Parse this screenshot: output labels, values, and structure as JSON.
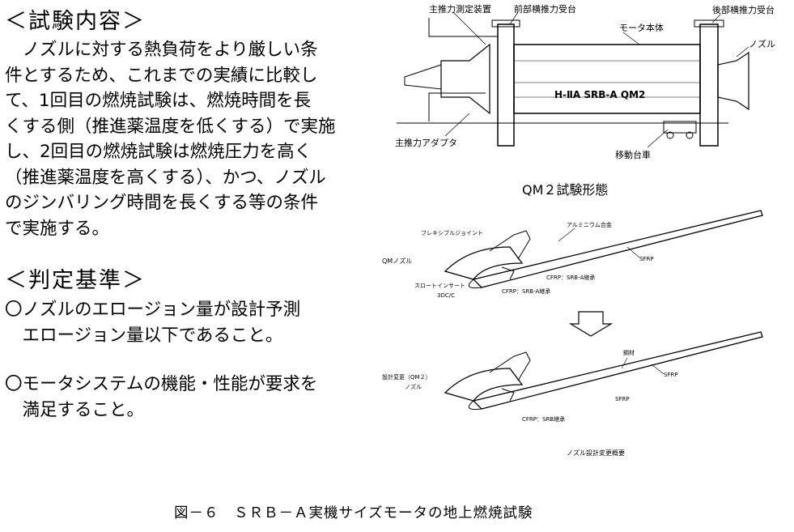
{
  "left": {
    "heading1": "＜試験内容＞",
    "para_lines": [
      "　ノズルに対する熱負荷をより厳しい条",
      "件とするため、これまでの実績に比較し",
      "て、1回目の燃焼試験は、燃焼時間を長",
      "くする側（推進薬温度を低くする）で実施",
      "し、2回目の燃焼試験は燃焼圧力を高く",
      "（推進薬温度を高くする）、かつ、ノズル",
      "のジンバリング時間を長くする等の条件",
      "で実施する。"
    ],
    "heading2": "＜判定基準＞",
    "criterion1_lines": [
      "〇ノズルのエロージョン量が設計予測",
      "　エロージョン量以下であること。"
    ],
    "criterion2_lines": [
      "〇モータシステムの機能・性能が要求を",
      "　満足すること。"
    ]
  },
  "figure_top": {
    "labels": {
      "main_thrust_meter": "主推力測定装置",
      "front_side_thrust": "前部横推力受台",
      "motor_body": "モータ本体",
      "rear_side_thrust": "後部横推力受台",
      "nozzle": "ノズル",
      "main_thrust_adapter": "主推力アダプタ",
      "moving_cart": "移動台車",
      "motor_marking": "H-ⅡA SRB-A QM2"
    },
    "title": "QM２試験形態"
  },
  "figure_bottom": {
    "upper_labels": {
      "flexible_joint": "フレキシブルジョイント",
      "aluminum": "アルミニウム合金",
      "qm_nozzle": "QMノズル",
      "throat_insert": "スロートインサート",
      "throat_material": "3DC/C",
      "cfrp_srb_a": "CFRP：SRB-A継承",
      "cfrp_srb_a2": "CFRP：SRB-A継承",
      "sfrp": "SFRP"
    },
    "lower_labels": {
      "design_change": "設計変更（QM２）",
      "nozzle": "ノズル",
      "steel": "鋼材",
      "sfrp1": "SFRP",
      "sfrp2": "SFRP",
      "cfrp": "CFRP：SRB継承"
    },
    "subcaption": "ノズル設計変更概要"
  },
  "caption": "図－６　ＳＲＢ－Ａ実機サイズモータの地上燃焼試験"
}
